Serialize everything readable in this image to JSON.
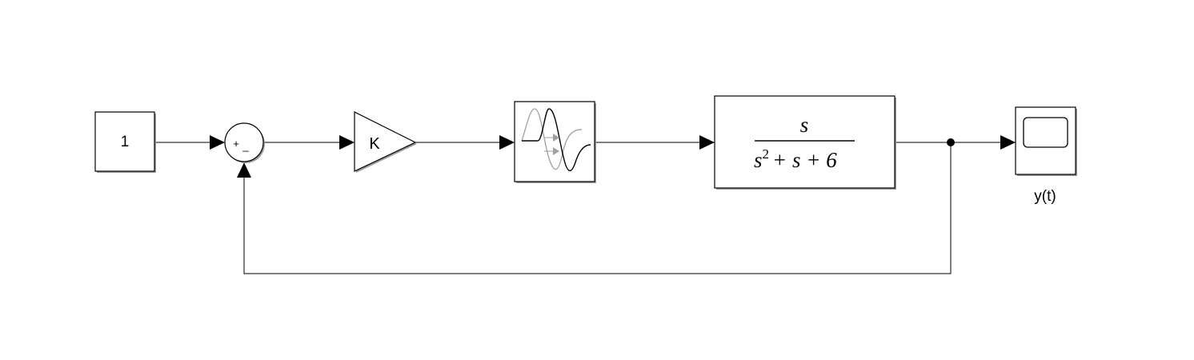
{
  "blocks": {
    "constant": {
      "value": "1"
    },
    "sum": {
      "signs": [
        "+",
        "_"
      ]
    },
    "gain": {
      "value": "K"
    },
    "transport_delay": {
      "icon": "transport-delay-icon"
    },
    "transfer_fcn": {
      "numerator": "s",
      "denominator": {
        "base": "s",
        "exponent": "2",
        "rest": "+ s + 6"
      }
    },
    "scope": {
      "label": "y(t)",
      "icon": "scope-screen-icon"
    }
  },
  "colors": {
    "line": "#000000",
    "shadow": "#9a9a9a",
    "background": "#ffffff",
    "delay_ghost": "#a0a0a0"
  }
}
